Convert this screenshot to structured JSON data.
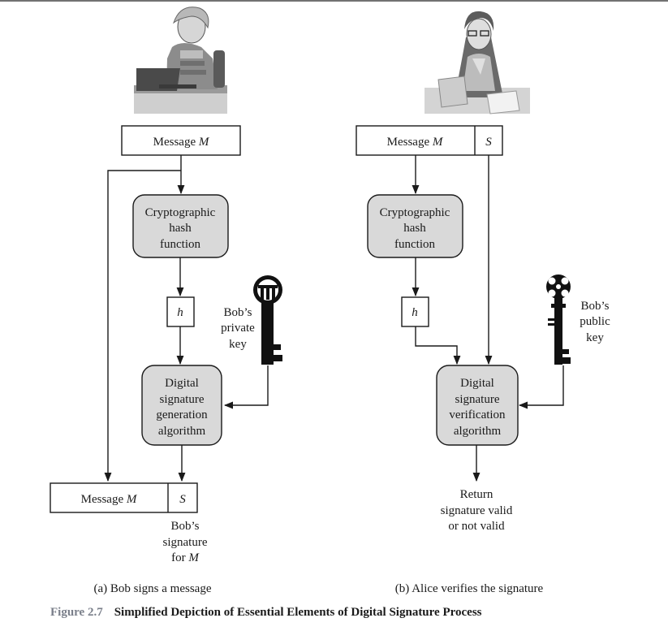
{
  "left": {
    "message_label": "Message",
    "message_var": "M",
    "hash_box": [
      "Cryptographic",
      "hash",
      "function"
    ],
    "h_label": "h",
    "key_label": [
      "Bob’s",
      "private",
      "key"
    ],
    "algorithm_box": [
      "Digital",
      "signature",
      "generation",
      "algorithm"
    ],
    "output_message_label": "Message",
    "output_message_var": "M",
    "output_s": "S",
    "signature_caption": [
      "Bob’s",
      "signature",
      "for"
    ],
    "signature_caption_var": "M",
    "subcaption": "(a) Bob signs a message"
  },
  "right": {
    "message_label": "Message",
    "message_var": "M",
    "s_label": "S",
    "hash_box": [
      "Cryptographic",
      "hash",
      "function"
    ],
    "h_label": "h",
    "key_label": [
      "Bob’s",
      "public",
      "key"
    ],
    "algorithm_box": [
      "Digital",
      "signature",
      "verification",
      "algorithm"
    ],
    "result": [
      "Return",
      "signature valid",
      "or not valid"
    ],
    "subcaption": "(b) Alice verifies the signature"
  },
  "figure": {
    "number": "Figure 2.7",
    "title": "Simplified Depiction of Essential Elements of Digital Signature Process"
  },
  "colors": {
    "process_fill": "#d9d9d9",
    "stroke": "#1a1a1a",
    "figure_number": "#7a7f8a"
  }
}
